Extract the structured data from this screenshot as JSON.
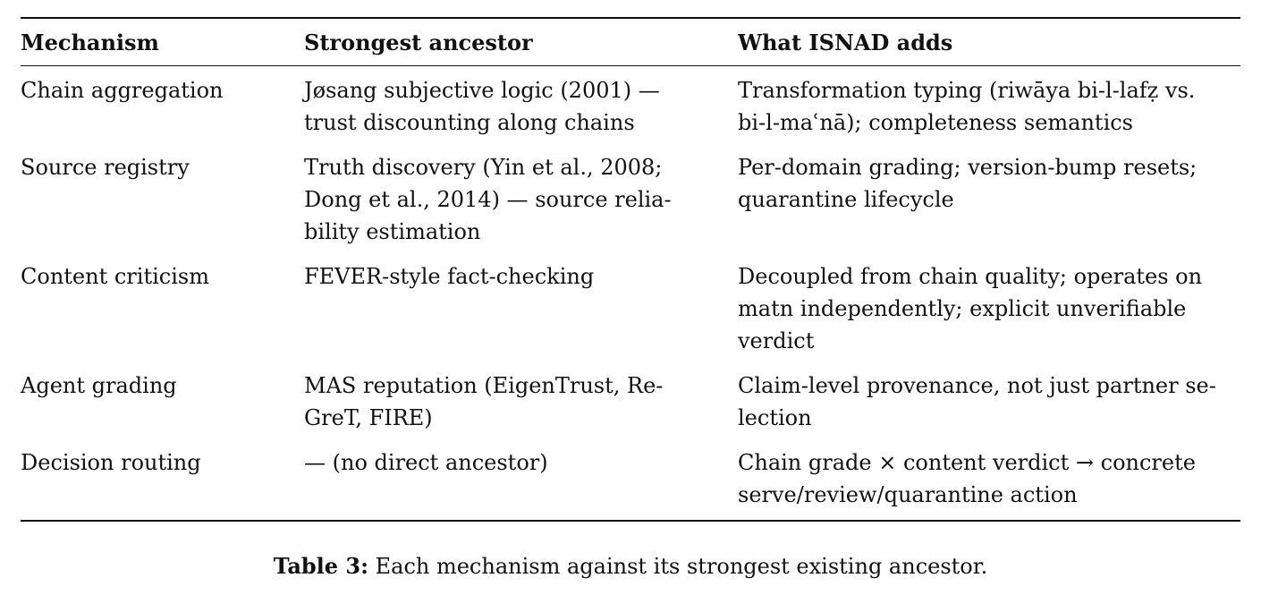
{
  "table": {
    "headers": [
      "Mechanism",
      "Strongest ancestor",
      "What ISNAD adds"
    ],
    "rows": [
      {
        "mechanism": "Chain aggregation",
        "ancestor": "Jøsang subjective logic (2001) — trust discounting along chains",
        "adds": "Transformation typing (riwāya bi-l-lafẓ vs. bi-l-maʿnā); completeness semantics"
      },
      {
        "mechanism": "Source registry",
        "ancestor": "Truth discovery (Yin et al., 2008; Dong et al., 2014) — source reliability estimation",
        "adds": "Per-domain grading; version-bump resets; quarantine lifecycle"
      },
      {
        "mechanism": "Content criticism",
        "ancestor": "FEVER-style fact-checking",
        "adds": "Decoupled from chain quality; operates on matn independently; explicit unverifiable verdict"
      },
      {
        "mechanism": "Agent grading",
        "ancestor": "MAS reputation (EigenTrust, ReGreT, FIRE)",
        "adds": "Claim-level provenance, not just partner selection"
      },
      {
        "mechanism": "Decision routing",
        "ancestor": "— (no direct ancestor)",
        "adds": "Chain grade × content verdict → concrete serve/review/quarantine action"
      }
    ]
  },
  "caption": {
    "label": "Table 3:",
    "text": "Each mechanism against its strongest existing ancestor."
  }
}
